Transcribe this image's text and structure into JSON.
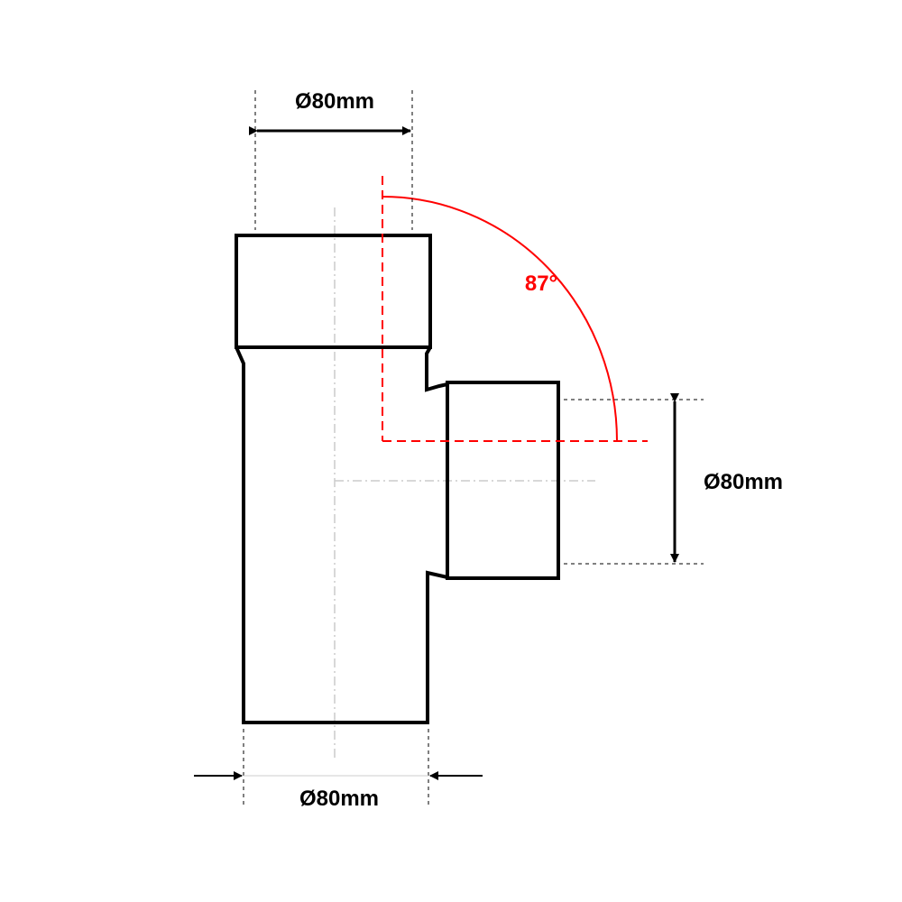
{
  "dimensions": {
    "top_diameter": "Ø80mm",
    "branch_diameter": "Ø80mm",
    "bottom_diameter": "Ø80mm"
  },
  "angle": {
    "label": "87°",
    "value_degrees": 87
  },
  "colors": {
    "outline": "#000000",
    "angle": "#ff0000",
    "centerline": "#cccccc",
    "dimension": "#000000"
  }
}
